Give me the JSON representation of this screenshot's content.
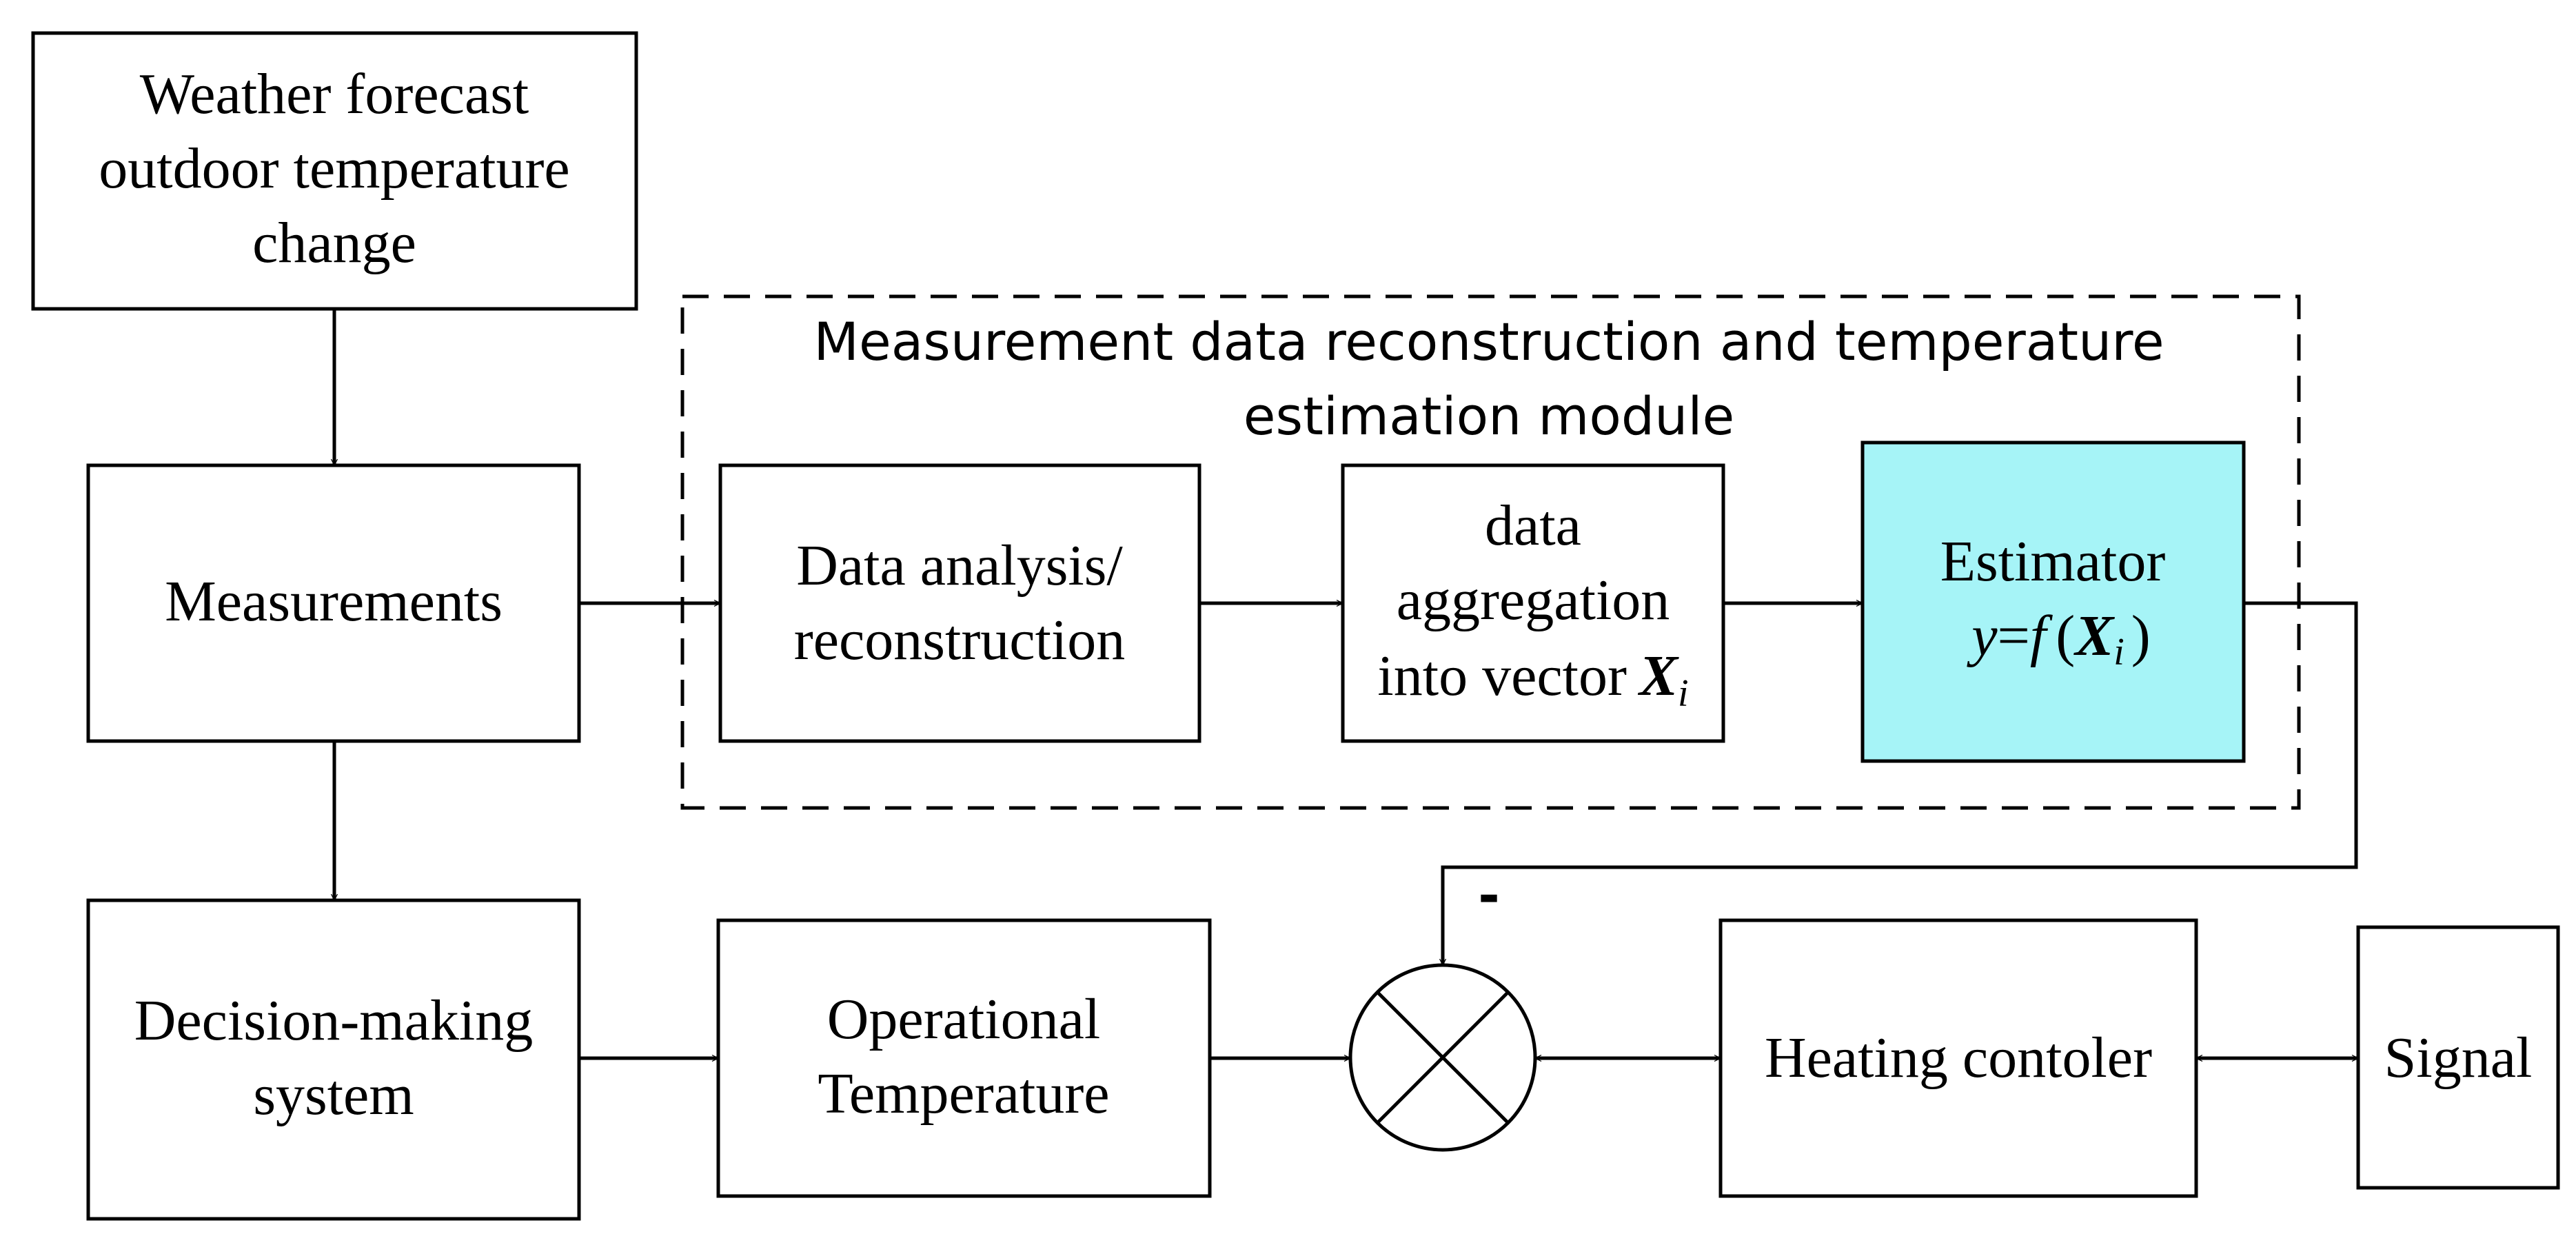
{
  "module": {
    "title_line1": "Measurement data reconstruction and temperature",
    "title_line2": "estimation module"
  },
  "nodes": {
    "weather": [
      "Weather forecast",
      "outdoor temperature",
      "change"
    ],
    "measurements": [
      "Measurements"
    ],
    "analysis": [
      "Data analysis/",
      "reconstruction"
    ],
    "aggregation": [
      "data",
      "aggregation",
      "into vector"
    ],
    "aggregation_var": "X",
    "aggregation_sub": "i",
    "estimator": {
      "title": "Estimator",
      "y": "y",
      "eq": "=",
      "f": "f",
      "open": "(",
      "X": "X",
      "sub": "i",
      "close": ")"
    },
    "decision": [
      "Decision-making",
      "system"
    ],
    "operational": [
      "Operational",
      "Temperature"
    ],
    "heating": [
      "Heating contoler"
    ],
    "signal": [
      "Signal"
    ]
  },
  "sumjunction": {
    "minus_sign": "-"
  },
  "colors": {
    "estimator_fill": "#a6f4f7",
    "stroke": "#000000"
  }
}
